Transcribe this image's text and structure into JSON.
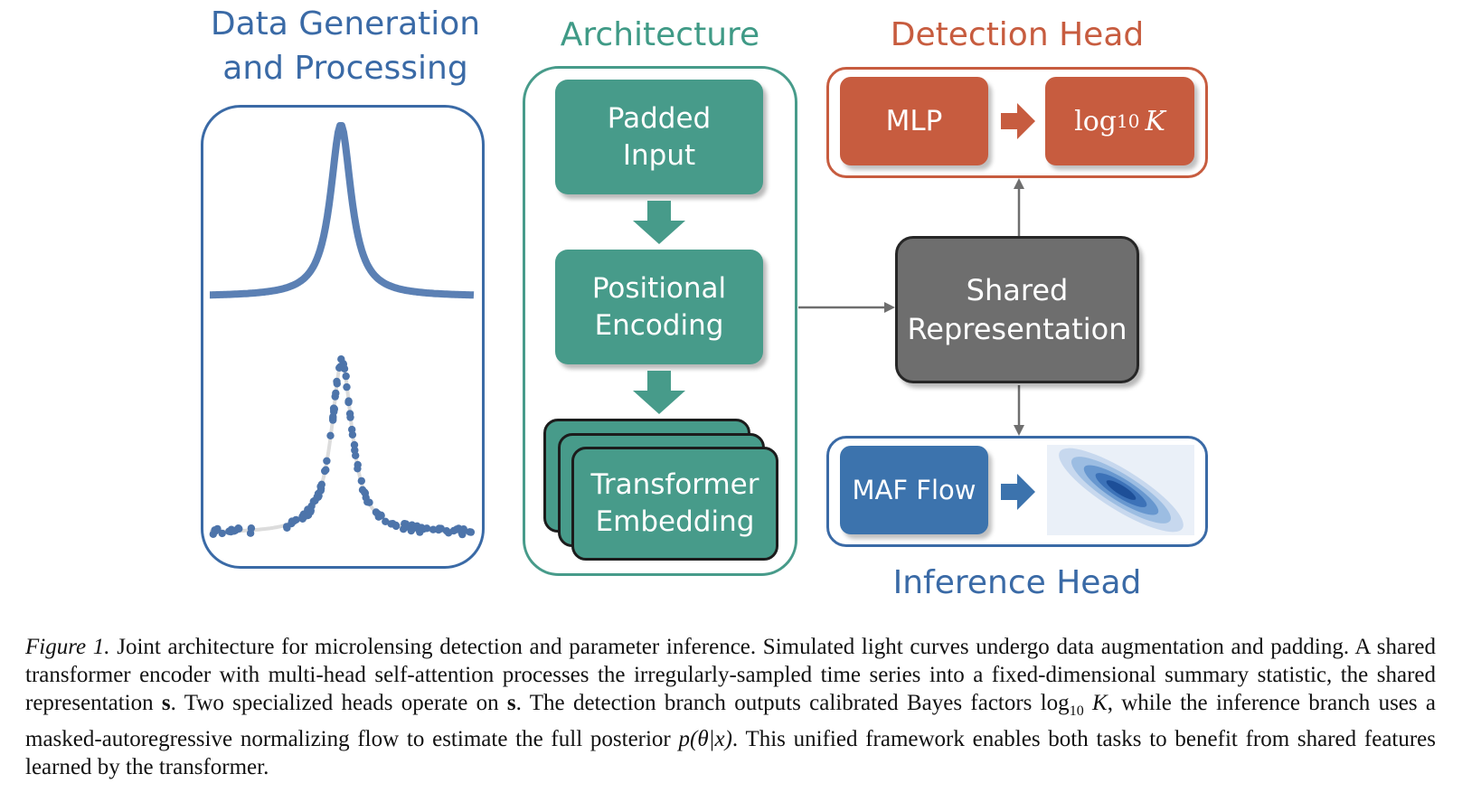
{
  "titles": {
    "data_gen_line1": "Data Generation",
    "data_gen_line2": "and Processing",
    "architecture": "Architecture",
    "detection_head": "Detection Head",
    "inference_head": "Inference Head"
  },
  "architecture": {
    "padded_input_l1": "Padded",
    "padded_input_l2": "Input",
    "positional_l1": "Positional",
    "positional_l2": "Encoding",
    "transformer_l1": "Transformer",
    "transformer_l2": "Embedding"
  },
  "shared": {
    "l1": "Shared",
    "l2": "Representation"
  },
  "detection": {
    "mlp": "MLP",
    "log_base": "log",
    "log_sub": "10",
    "log_var": "K"
  },
  "inference": {
    "maf": "MAF Flow"
  },
  "colors": {
    "data_blue": "#3a6aa6",
    "teal": "#479b8a",
    "teal_title": "#3f9a86",
    "orange": "#c75c3f",
    "blue_box": "#3c73ad",
    "gray": "#6e6e6e"
  },
  "caption": {
    "fig_label": "Figure 1.",
    "s1": "Joint architecture for microlensing detection and parameter inference. Simulated light curves undergo data augmentation and padding. A shared transformer encoder with multi-head self-attention processes the irregularly-sampled time series into a fixed-dimensional summary statistic, the shared representation",
    "sym_s": "s",
    "s2": ". Two specialized heads operate on",
    "s3": ". The detection branch outputs calibrated Bayes factors",
    "log": "log",
    "log_sub": "10",
    "K": "K",
    "s4": ", while the inference branch uses a masked-autoregressive normalizing flow to estimate the full posterior",
    "posterior": "p(θ|x)",
    "s5": ". This unified framework enables both tasks to benefit from shared features learned by the transformer."
  }
}
